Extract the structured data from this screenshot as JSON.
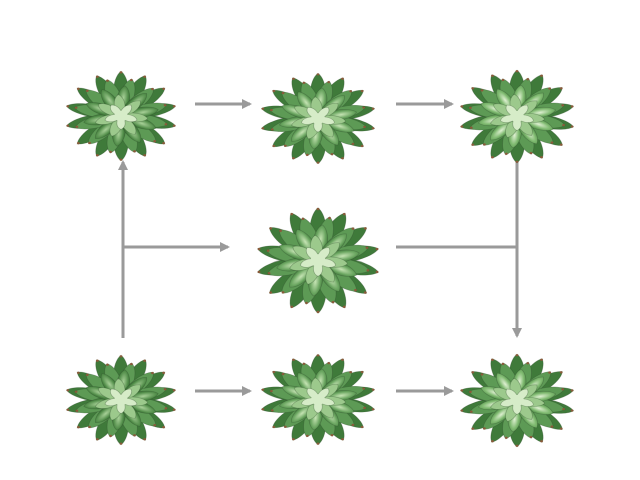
{
  "colors": {
    "background": "#ffffff",
    "arrow": "#9a9a9a",
    "leaf_dark": "#3f7a3a",
    "leaf_mid": "#5d9a55",
    "leaf_light": "#9cc98c",
    "leaf_highlight": "#d6ecc8",
    "leaf_tip": "#8a5a3a",
    "shadow": "#2e4a2a"
  },
  "plants": [
    {
      "id": "top-left",
      "variant": "dark-compact"
    },
    {
      "id": "top-middle",
      "variant": "mid"
    },
    {
      "id": "top-right",
      "variant": "light"
    },
    {
      "id": "center",
      "variant": "mid-tall"
    },
    {
      "id": "bottom-left",
      "variant": "dark-compact"
    },
    {
      "id": "bottom-middle",
      "variant": "mid"
    },
    {
      "id": "bottom-right",
      "variant": "light"
    }
  ],
  "arrows": [
    {
      "id": "top-left-to-top-middle"
    },
    {
      "id": "top-middle-to-top-right"
    },
    {
      "id": "bottom-left-to-top-left"
    },
    {
      "id": "left-spine-to-center"
    },
    {
      "id": "center-to-right-spine"
    },
    {
      "id": "top-right-to-bottom-right"
    },
    {
      "id": "bottom-left-to-bottom-middle"
    },
    {
      "id": "bottom-middle-to-bottom-right"
    }
  ]
}
